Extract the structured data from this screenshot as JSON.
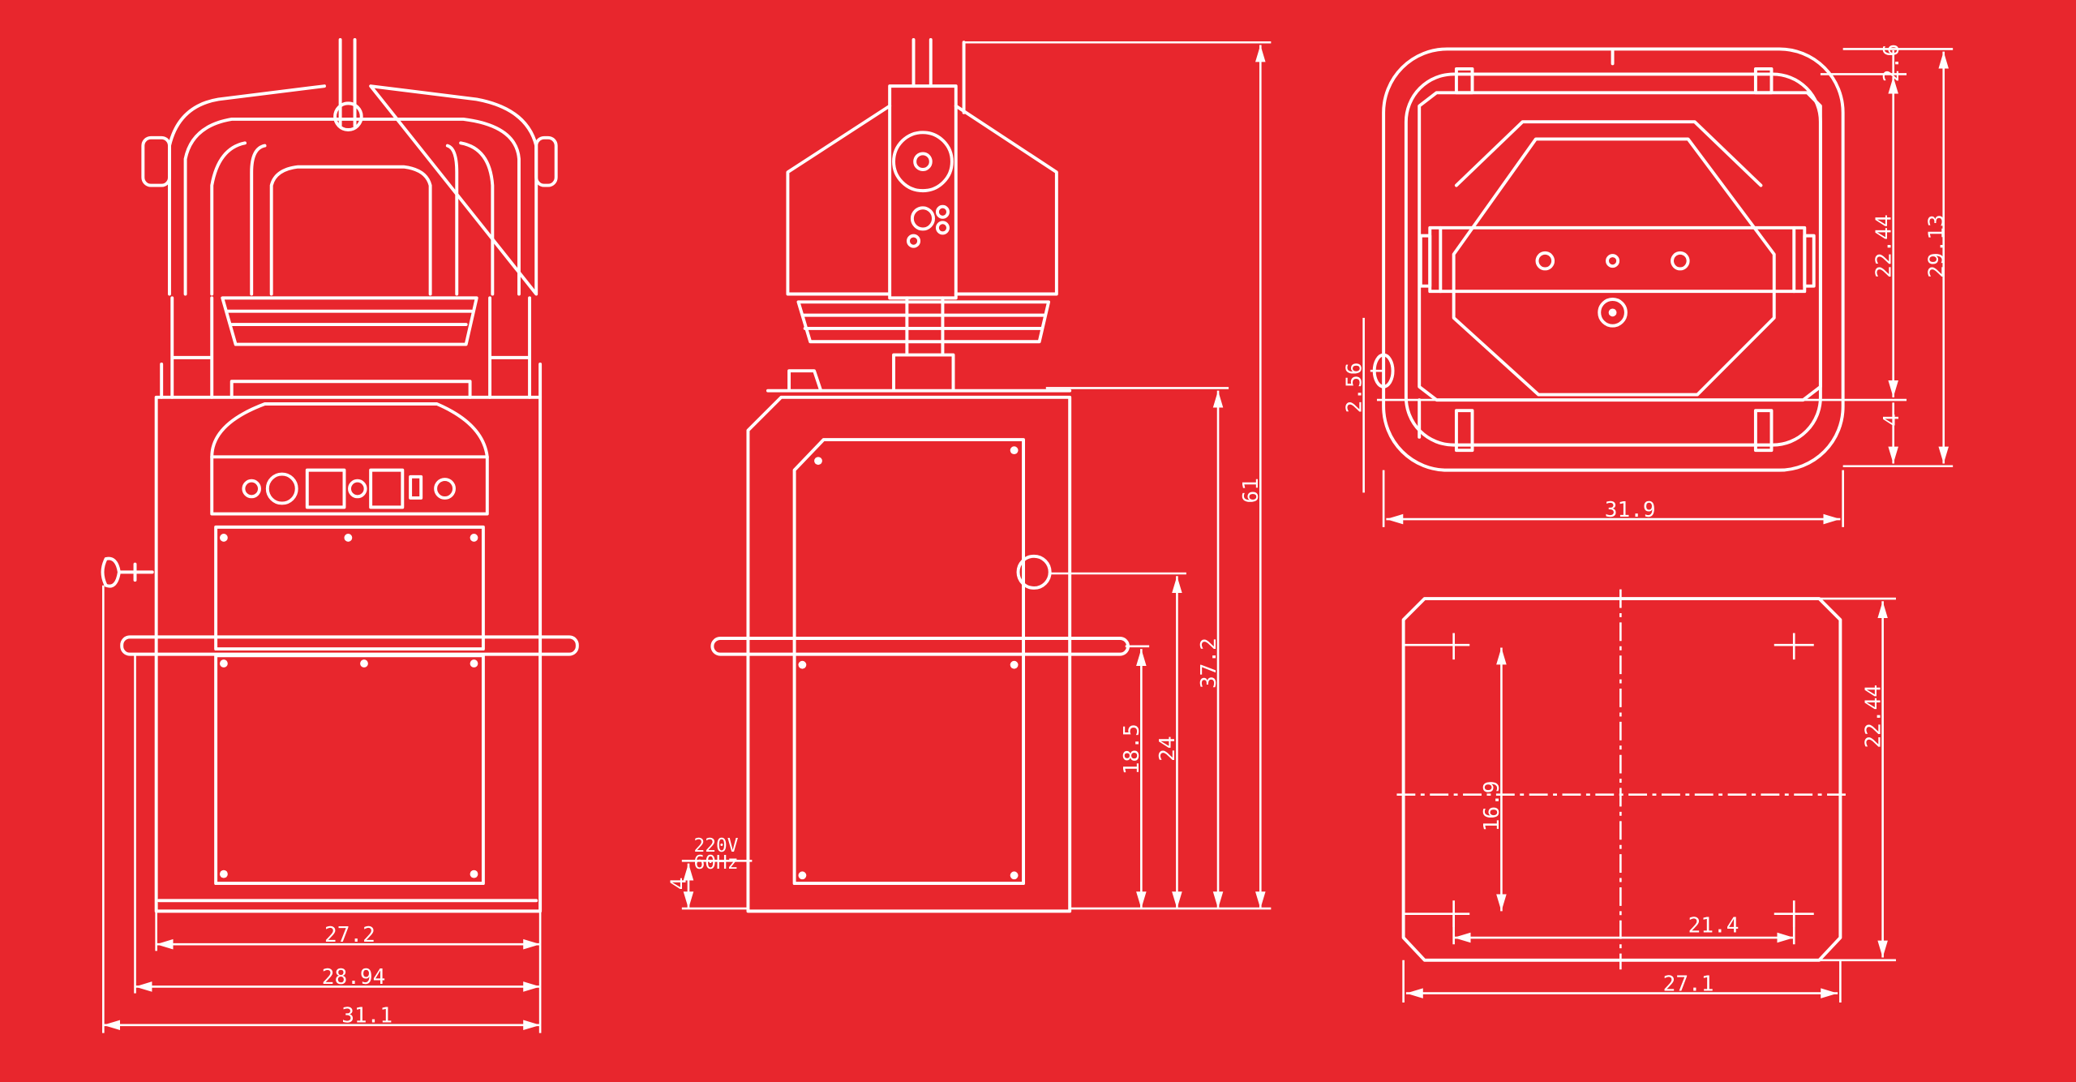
{
  "background_color": "#E8262D",
  "line_color": "#FFFFFF",
  "front_view": {
    "dimensions": {
      "inner_width": "27.2",
      "handle_width": "28.94",
      "overall_width": "31.1"
    }
  },
  "side_view": {
    "power_label_voltage": "220V",
    "power_label_frequency": "60Hz",
    "dimensions": {
      "plug_height": "4",
      "handle_height": "18.5",
      "knob_height": "24",
      "table_height": "37.2",
      "overall_height": "61"
    }
  },
  "top_view": {
    "dimensions": {
      "top_offset": "2.6",
      "inner_depth": "22.44",
      "overall_depth": "29.13",
      "knob_offset": "2.56",
      "bottom_offset": "4",
      "overall_width": "31.9"
    }
  },
  "footprint_view": {
    "dimensions": {
      "depth": "22.44",
      "hole_spacing_depth": "16.9",
      "hole_spacing_width": "21.4",
      "width": "27.1"
    }
  }
}
